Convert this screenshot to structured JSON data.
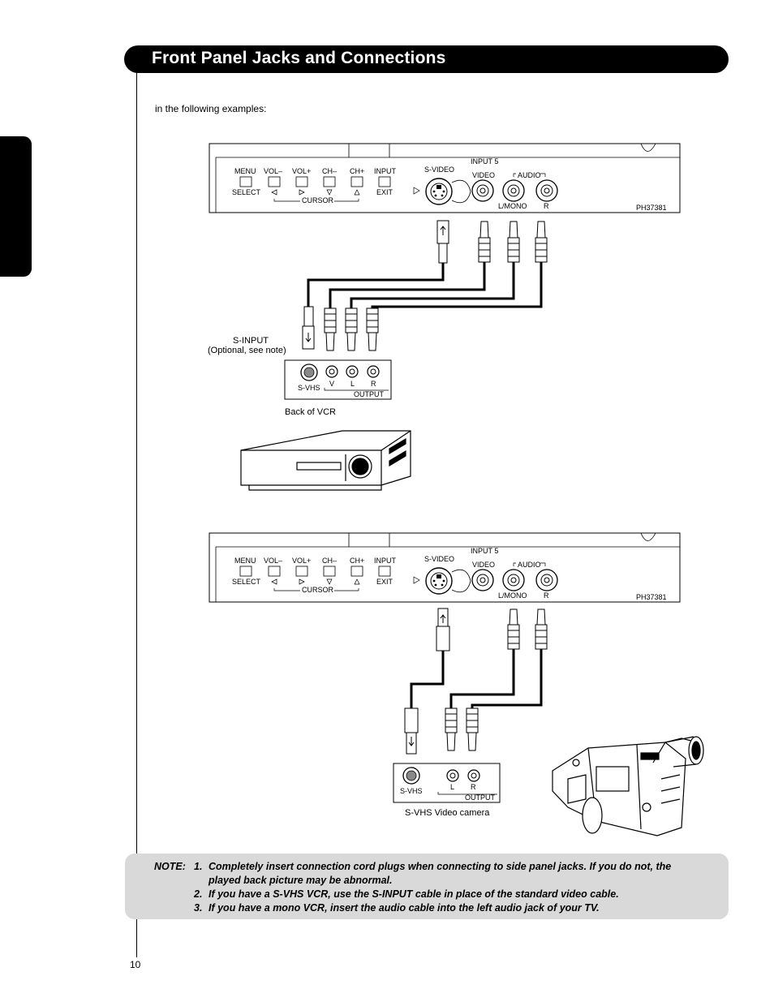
{
  "header": {
    "title": "Front Panel Jacks and Connections"
  },
  "intro": "in the following examples:",
  "panel": {
    "buttons": [
      "MENU",
      "VOL–",
      "VOL+",
      "CH–",
      "CH+",
      "INPUT"
    ],
    "select": "SELECT",
    "exit": "EXIT",
    "cursor": "CURSOR",
    "svideo": "S-VIDEO",
    "input": "INPUT  5",
    "video": "VIDEO",
    "audio": "AUDIO",
    "lmono": "L/MONO",
    "r": "R",
    "model": "PH37381"
  },
  "vcr": {
    "sinput": "S-INPUT",
    "optional": "(Optional, see note)",
    "svhs": "S-VHS",
    "v": "V",
    "l": "L",
    "r": "R",
    "output": "OUTPUT",
    "caption": "Back of VCR"
  },
  "camera": {
    "svhs": "S-VHS",
    "l": "L",
    "r": "R",
    "output": "OUTPUT",
    "caption": "S-VHS Video camera"
  },
  "note": {
    "lead": "NOTE:",
    "items": [
      {
        "num": "1.",
        "text": "Completely insert connection cord plugs when connecting to side panel jacks. If you do not, the"
      },
      {
        "num": "",
        "text": "played back picture may be abnormal."
      },
      {
        "num": "2.",
        "text": "If you have a S-VHS VCR, use the S-INPUT cable in place of the standard video cable."
      },
      {
        "num": "3.",
        "text": "If you have a mono VCR, insert the audio cable into the left audio jack of your TV."
      }
    ]
  },
  "page_number": "10"
}
